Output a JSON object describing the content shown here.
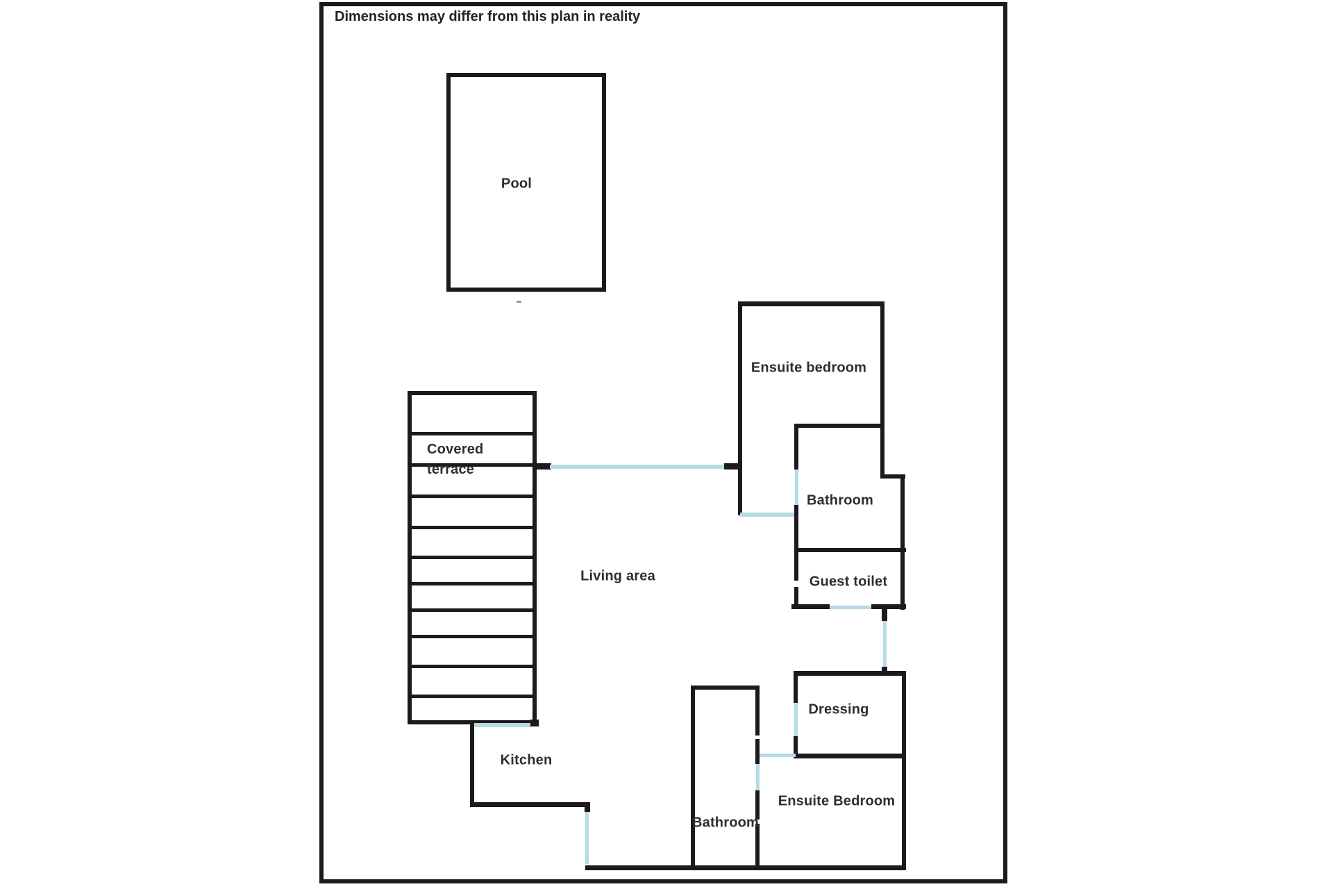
{
  "title": "Dimensions may differ from this plan in reality",
  "colors": {
    "wall": "#1b1b1b",
    "door_marker": "#b7dbe6",
    "background": "#ffffff"
  },
  "rooms": {
    "pool": "Pool",
    "covered_terrace_line1": "Covered",
    "covered_terrace_line2": "terrace",
    "living_area": "Living area",
    "kitchen": "Kitchen",
    "ensuite_bedroom_top": "Ensuite bedroom",
    "bathroom_top": "Bathroom",
    "guest_toilet": "Guest toilet",
    "dressing": "Dressing",
    "ensuite_bedroom_bottom": "Ensuite Bedroom",
    "bathroom_bottom": "Bathroom"
  },
  "terrace": {
    "stripe_offsets": [
      53,
      98,
      143,
      188,
      231,
      269,
      307,
      345,
      388,
      431
    ]
  }
}
